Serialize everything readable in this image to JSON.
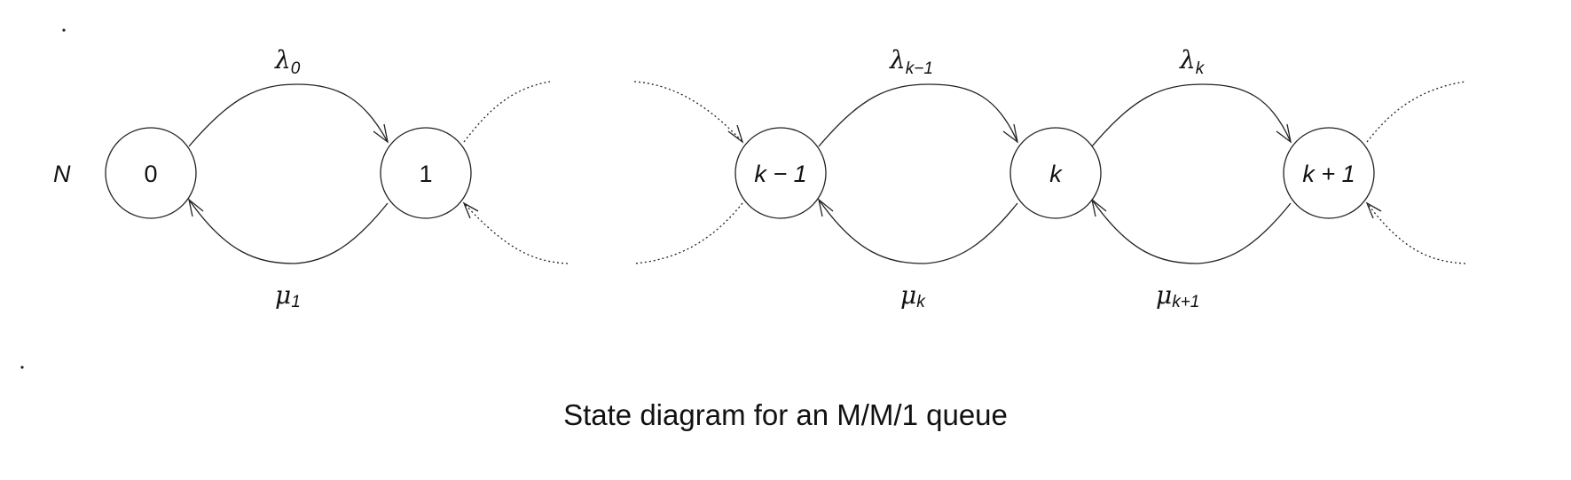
{
  "axis_label": "N",
  "caption": "State diagram for an M/M/1 queue",
  "states": [
    "0",
    "1",
    "k − 1",
    "k",
    "k + 1"
  ],
  "arrival_rates": [
    {
      "symbol": "λ",
      "sub": "0"
    },
    {
      "symbol": "λ",
      "sub": "k−1"
    },
    {
      "symbol": "λ",
      "sub": "k"
    }
  ],
  "service_rates": [
    {
      "symbol": "μ",
      "sub": "1"
    },
    {
      "symbol": "μ",
      "sub": "k"
    },
    {
      "symbol": "μ",
      "sub": "k+1"
    }
  ]
}
